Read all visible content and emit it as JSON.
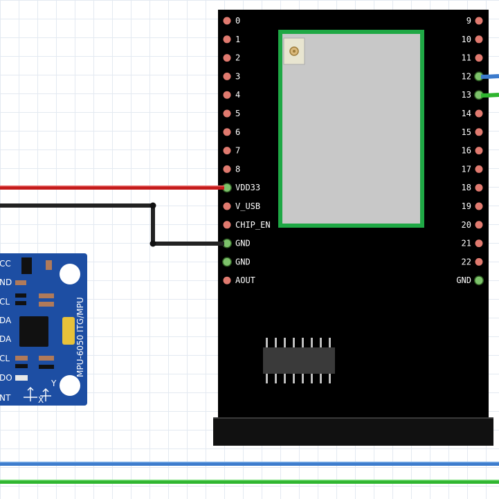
{
  "board": {
    "left_pins": [
      {
        "label": "0",
        "state": "unused"
      },
      {
        "label": "1",
        "state": "unused"
      },
      {
        "label": "2",
        "state": "unused"
      },
      {
        "label": "3",
        "state": "unused"
      },
      {
        "label": "4",
        "state": "unused"
      },
      {
        "label": "5",
        "state": "unused"
      },
      {
        "label": "6",
        "state": "unused"
      },
      {
        "label": "7",
        "state": "unused"
      },
      {
        "label": "8",
        "state": "unused"
      },
      {
        "label": "VDD33",
        "state": "connected"
      },
      {
        "label": "V_USB",
        "state": "unused"
      },
      {
        "label": "CHIP_EN",
        "state": "unused"
      },
      {
        "label": "GND",
        "state": "connected"
      },
      {
        "label": "GND",
        "state": "bridged"
      },
      {
        "label": "AOUT",
        "state": "unused"
      }
    ],
    "right_pins": [
      {
        "label": "9",
        "state": "unused"
      },
      {
        "label": "10",
        "state": "unused"
      },
      {
        "label": "11",
        "state": "unused"
      },
      {
        "label": "12",
        "state": "connected"
      },
      {
        "label": "13",
        "state": "connected"
      },
      {
        "label": "14",
        "state": "unused"
      },
      {
        "label": "15",
        "state": "unused"
      },
      {
        "label": "16",
        "state": "unused"
      },
      {
        "label": "17",
        "state": "unused"
      },
      {
        "label": "18",
        "state": "unused"
      },
      {
        "label": "19",
        "state": "unused"
      },
      {
        "label": "20",
        "state": "unused"
      },
      {
        "label": "21",
        "state": "unused"
      },
      {
        "label": "22",
        "state": "unused"
      },
      {
        "label": "GND",
        "state": "bridged"
      }
    ]
  },
  "mpu": {
    "model": "MPU-6050 ITG/MPU",
    "pins": [
      "CC",
      "ND",
      "CL",
      "DA",
      "DA",
      "CL",
      "DO",
      "NT"
    ],
    "axis_x": "X",
    "axis_y": "Y"
  },
  "colors": {
    "board": "#000000",
    "pcb": "#1d4ea3",
    "pin_unused": "#e07a6f",
    "pin_connected": "#7dc26b",
    "wire_red": "#c41b1b",
    "wire_black": "#222222",
    "wire_blue": "#3c7bcc",
    "wire_green": "#2fb52f",
    "module_border": "#1fa845",
    "module_fill": "#c8c8c8"
  }
}
